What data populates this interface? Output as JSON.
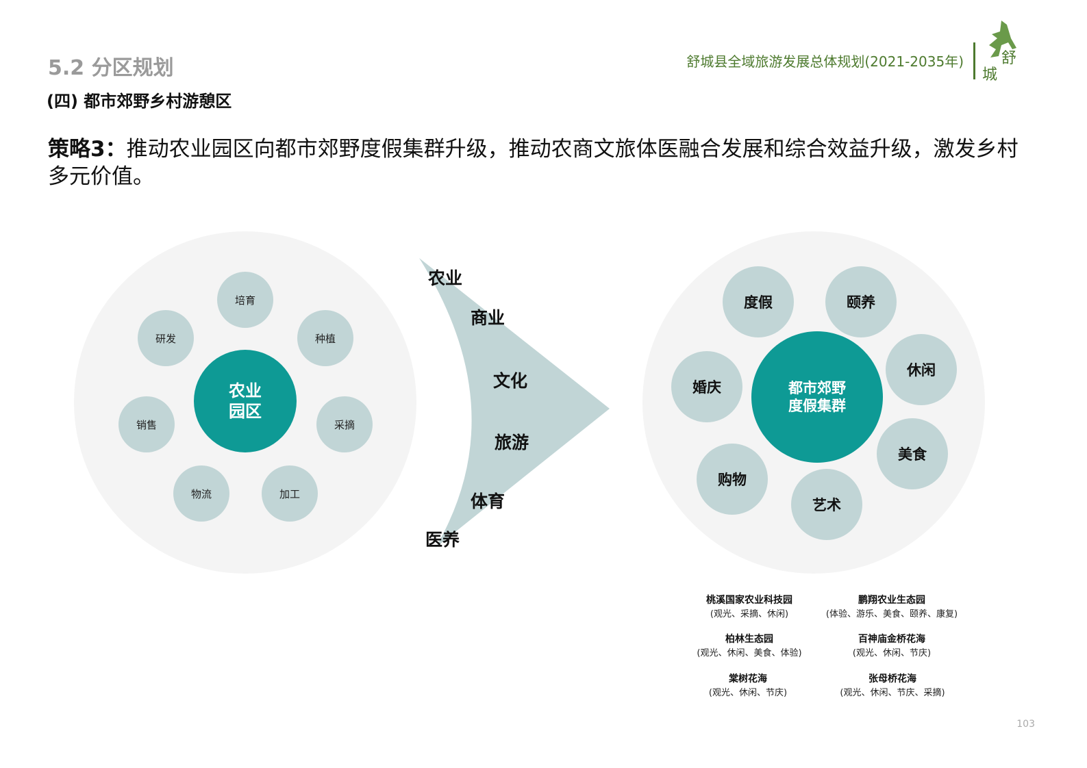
{
  "section_title": "5.2 分区规划",
  "subtitle": "(四) 都市郊野乡村游憩区",
  "header_title": "舒城县全域旅游发展总体规划(2021-2035年)",
  "logo_text": "舒城",
  "strategy": {
    "label": "策略3：",
    "text": "推动农业园区向都市郊野度假集群升级，推动农商文旅体医融合发展和综合效益升级，激发乡村多元价值。"
  },
  "left": {
    "center": [
      "农业",
      "园区"
    ],
    "items": [
      "培育",
      "研发",
      "种植",
      "销售",
      "采摘",
      "物流",
      "加工"
    ]
  },
  "arrow_labels": [
    "农业",
    "商业",
    "文化",
    "旅游",
    "体育",
    "医养"
  ],
  "right": {
    "center": [
      "都市郊野",
      "度假集群"
    ],
    "items": [
      "度假",
      "颐养",
      "婚庆",
      "休闲",
      "美食",
      "购物",
      "艺术"
    ]
  },
  "examples": [
    {
      "name": "桃溪国家农业科技园",
      "desc": "(观光、采摘、休闲)"
    },
    {
      "name": "鹏翔农业生态园",
      "desc": "(体验、游乐、美食、颐养、康复)"
    },
    {
      "name": "柏林生态园",
      "desc": "(观光、休闲、美食、体验)"
    },
    {
      "name": "百神庙金桥花海",
      "desc": "(观光、休闲、节庆)"
    },
    {
      "name": "棠树花海",
      "desc": "(观光、休闲、节庆)"
    },
    {
      "name": "张母桥花海",
      "desc": "(观光、休闲、节庆、采摘)"
    }
  ],
  "page_number": "103",
  "colors": {
    "teal": "#0e9a95",
    "light": "#c1d5d6",
    "green": "#4d7a2e"
  }
}
